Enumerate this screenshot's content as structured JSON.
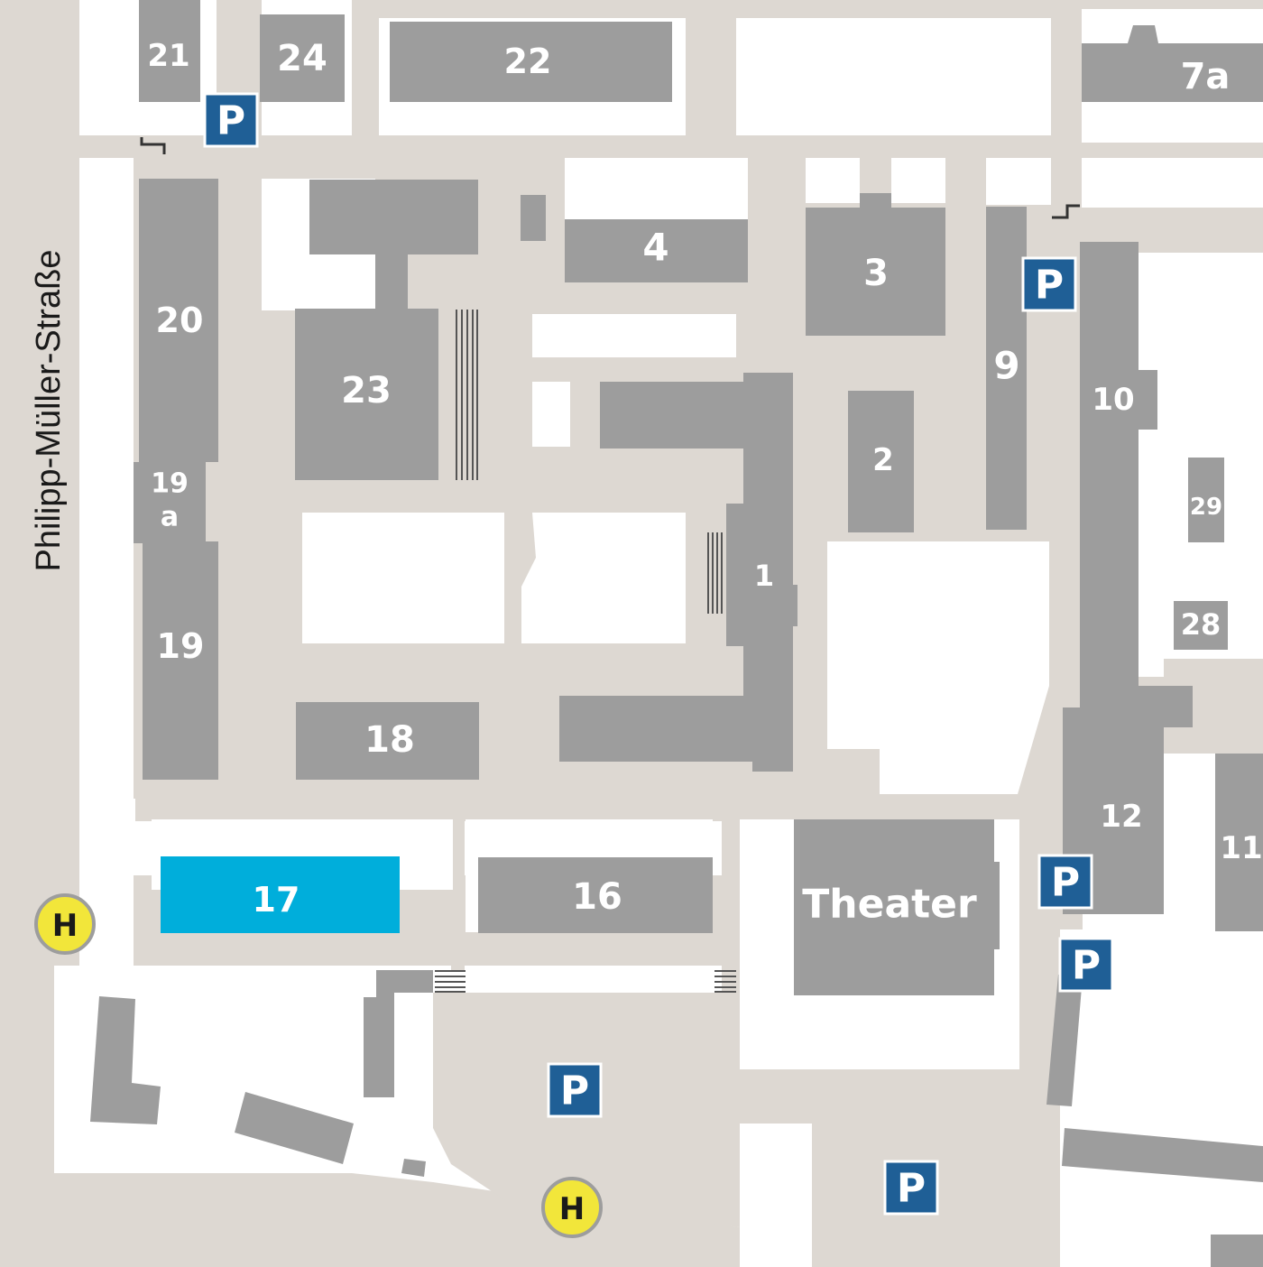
{
  "map": {
    "street": "Philipp-Müller-Straße",
    "buildings": {
      "b21": "21",
      "b24": "24",
      "b22": "22",
      "b7a": "7a",
      "b4": "4",
      "b3": "3",
      "b20": "20",
      "b23": "23",
      "b9": "9",
      "b10": "10",
      "b2": "2",
      "b19a_num": "19",
      "b19a_letter": "a",
      "b29": "29",
      "b1": "1",
      "b19": "19",
      "b28": "28",
      "b18": "18",
      "b12": "12",
      "b11": "11",
      "b17": "17",
      "b16": "16",
      "theater": "Theater"
    },
    "parking_label": "P",
    "bus_stop_label": "H",
    "highlight_color": "#00aedb",
    "building_color": "#9d9d9d",
    "road_color": "#ddd8d2",
    "parking_color": "#1f5f96",
    "bus_stop_color": "#f2e63a"
  }
}
